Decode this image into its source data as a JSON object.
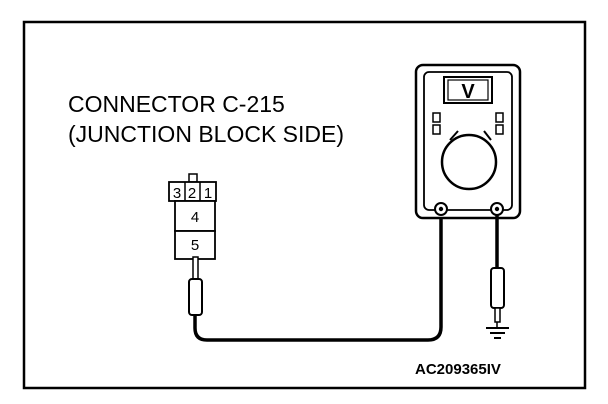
{
  "connector": {
    "title_line1": "CONNECTOR C-215",
    "title_line2": "(JUNCTION BLOCK SIDE)",
    "pins_top": [
      "3",
      "2",
      "1"
    ],
    "pin_middle": "4",
    "pin_bottom": "5"
  },
  "meter": {
    "display": "V"
  },
  "figure_code": "AC209365IV"
}
